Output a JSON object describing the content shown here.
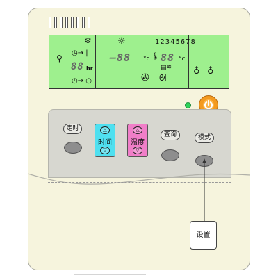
{
  "lcd": {
    "snow_icon": "snowflake-icon",
    "sun_icon": "sun-icon",
    "digits": "12345678",
    "clock_on_arrow": "◷→ |",
    "clock_off_arrow": "◷→ ○",
    "hours_digits": "88",
    "hours_unit": "hr",
    "temp_left": "–88",
    "temp_left_unit": "°c",
    "temp_right": "88",
    "temp_right_unit": "°c"
  },
  "buttons": {
    "timer_label": "定时",
    "time_label": "时间",
    "temp_label": "温度",
    "query_label": "查询",
    "mode_label": "模式",
    "up_arrow": "△",
    "down_arrow": "▽"
  },
  "callout": {
    "label": "设置"
  },
  "colors": {
    "lcd": "#9ef08e",
    "time_rocker": "#4fe0f0",
    "temp_rocker": "#f07ec8",
    "power": "#f39a1f",
    "led": "#2ed35a"
  }
}
